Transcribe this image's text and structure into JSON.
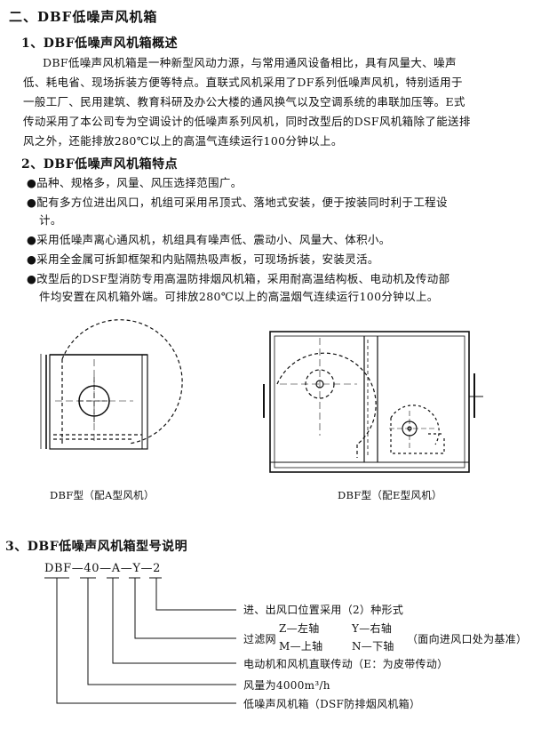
{
  "heading_main": "二、DBF低噪声风机箱",
  "section1": {
    "title": "1、DBF低噪声风机箱概述",
    "lines": [
      "DBF低噪声风机箱是一种新型风动力源，与常用通风设备相比，具有风量大、噪声",
      "低、耗电省、现场拆装方便等特点。直联式风机采用了DF系列低噪声风机，特别适用于",
      "一般工厂、民用建筑、教育科研及办公大楼的通风换气以及空调系统的串联加压等。E式",
      "传动采用了本公司专为空调设计的低噪声系列风机，同时改型后的DSF风机箱除了能送排",
      "风之外，还能排放280℃以上的高温气连续运行100分钟以上。"
    ]
  },
  "section2": {
    "title": "2、DBF低噪声风机箱特点",
    "bullet": "●",
    "lines": [
      {
        "text": "品种、规格多，风量、风压选择范围广。",
        "bullet": true
      },
      {
        "text": "配有多方位进出风口，机组可采用吊顶式、落地式安装，便于按装同时利于工程设",
        "bullet": true
      },
      {
        "text": "计。",
        "bullet": false
      },
      {
        "text": "采用低噪声离心通风机，机组具有噪声低、震动小、风量大、体积小。",
        "bullet": true
      },
      {
        "text": "采用全金属可拆卸框架和内贴隔热吸声板，可现场拆装，安装灵活。",
        "bullet": true
      },
      {
        "text": "改型后的DSF型消防专用高温防排烟风机箱，采用耐高温结构板、电动机及传动部",
        "bullet": true
      },
      {
        "text": "件均安置在风机箱外端。可排放280℃以上的高温烟气连续运行100分钟以上。",
        "bullet": false
      }
    ]
  },
  "figures": {
    "left_caption": "DBF型（配A型风机）",
    "right_caption": "DBF型（配E型风机）"
  },
  "section3": {
    "title": "3、DBF低噪声风机箱型号说明",
    "model_code": "DBF—40—A—Y—2",
    "legend": {
      "outlet": "进、出风口位置采用（2）种形式",
      "filter_label": "过滤网",
      "z": "Z—左轴",
      "y": "Y—右轴",
      "m": "M—上轴",
      "n": "N—下轴",
      "basis": "（面向进风口处为基准）",
      "drive": "电动机和风机直联传动（E：为皮带传动）",
      "airflow": "风量为4000m³/h",
      "type": "低噪声风机箱（DSF防排烟风机箱）"
    }
  }
}
